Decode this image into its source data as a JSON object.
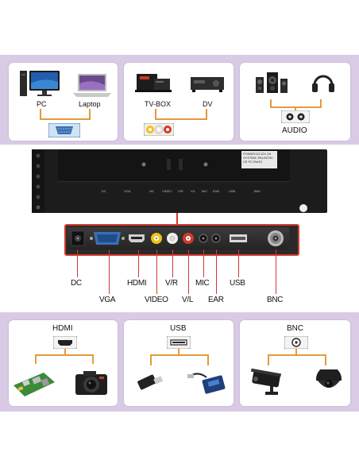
{
  "top_row": {
    "pc_label": "PC",
    "laptop_label": "Laptop",
    "tvbox_label": "TV-BOX",
    "dv_label": "DV",
    "audio_label": "AUDIO"
  },
  "monitor": {
    "sticker_lines": [
      "POWER:DC12V 2A",
      "SYSTEM: PAL/NTSC",
      "CE FC RoHS"
    ],
    "back_labels": [
      "DC",
      "VGA",
      "HD",
      "VIDEO",
      "V/R",
      "V/L",
      "MIC",
      "EAR",
      "USB",
      "BNC"
    ]
  },
  "ports": {
    "dc": "DC",
    "vga": "VGA",
    "hdmi": "HDMI",
    "video": "VIDEO",
    "vr": "V/R",
    "vl": "V/L",
    "mic": "MIC",
    "ear": "EAR",
    "usb": "USB",
    "bnc": "BNC"
  },
  "bottom_row": {
    "hdmi_title": "HDMI",
    "usb_title": "USB",
    "bnc_title": "BNC"
  },
  "colors": {
    "band": "#d9cbe6",
    "connector_line": "#e49a3c",
    "callout_line": "#d33a2c"
  }
}
